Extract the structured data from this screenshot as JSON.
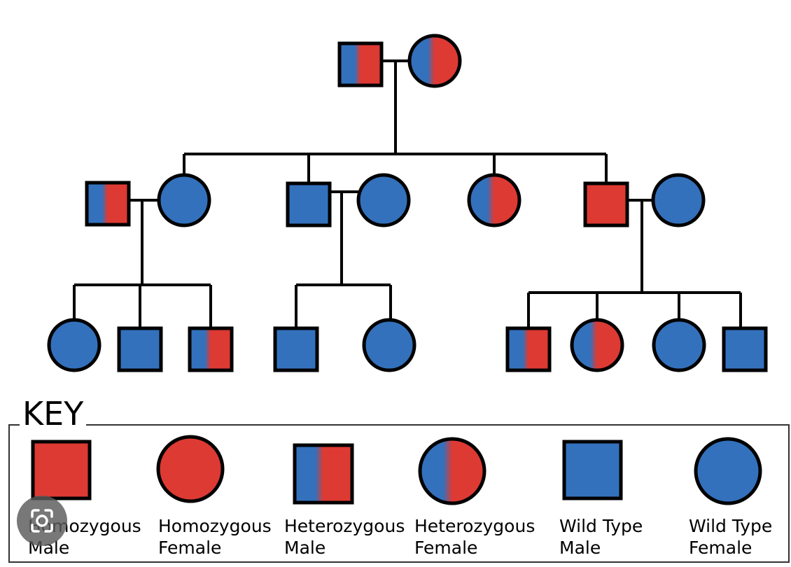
{
  "key": {
    "title": "KEY",
    "items": [
      {
        "line1": "Homozygous",
        "line2": "Male"
      },
      {
        "line1": "Homozygous",
        "line2": "Female"
      },
      {
        "line1": "Heterozygous",
        "line2": "Male"
      },
      {
        "line1": "Heterozygous",
        "line2": "Female"
      },
      {
        "line1": "Wild Type",
        "line2": "Male"
      },
      {
        "line1": "Wild Type",
        "line2": "Female"
      }
    ]
  },
  "colors": {
    "affected": "#dd3a33",
    "wild": "#3371bc",
    "outline": "#000000"
  },
  "icons": {
    "overlay": "camera-lens-icon"
  }
}
